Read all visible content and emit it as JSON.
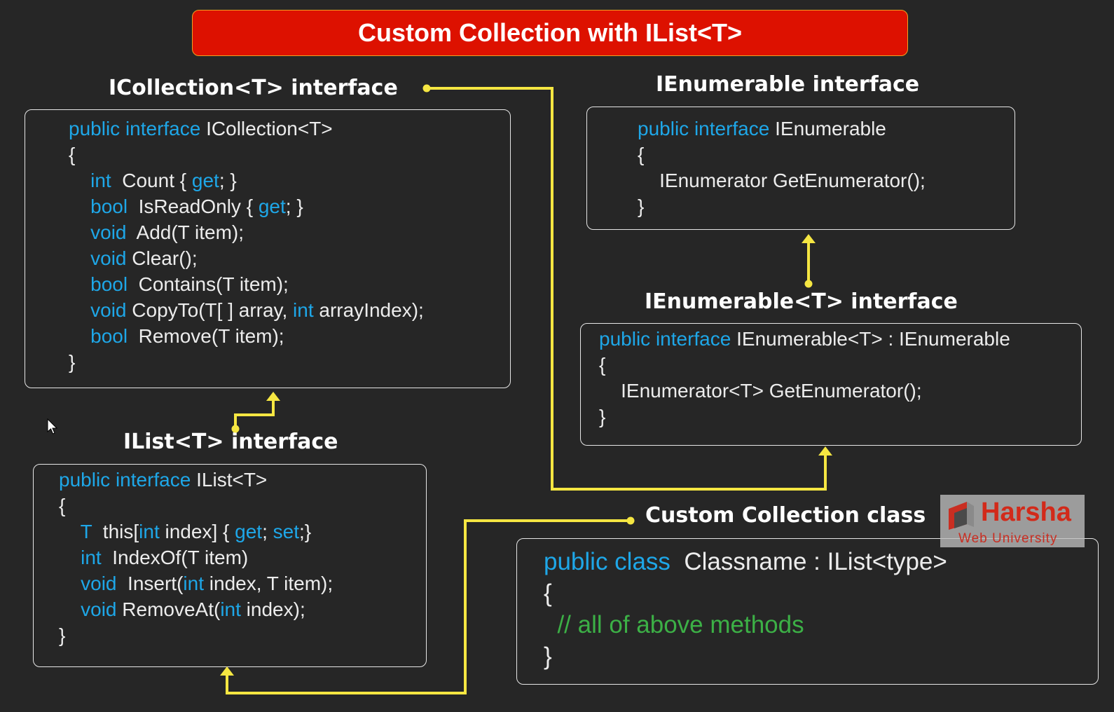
{
  "title": "Custom Collection with IList<T>",
  "headings": {
    "icollection": "ICollection<T> interface",
    "ienumerable": "IEnumerable interface",
    "ienumerable_t": "IEnumerable<T> interface",
    "ilist": "IList<T> interface",
    "custom_class": "Custom Collection class"
  },
  "icollection_code": [
    [
      {
        "t": "public interface",
        "k": "kw"
      },
      {
        "t": " ICollection<T>"
      }
    ],
    [
      {
        "t": "{"
      }
    ],
    [
      {
        "t": "    "
      },
      {
        "t": "int",
        "k": "kw"
      },
      {
        "t": "  Count { "
      },
      {
        "t": "get",
        "k": "kw"
      },
      {
        "t": "; }"
      }
    ],
    [
      {
        "t": "    "
      },
      {
        "t": "bool",
        "k": "kw"
      },
      {
        "t": "  IsReadOnly { "
      },
      {
        "t": "get",
        "k": "kw"
      },
      {
        "t": "; }"
      }
    ],
    [
      {
        "t": "    "
      },
      {
        "t": "void",
        "k": "kw"
      },
      {
        "t": "  Add(T item);"
      }
    ],
    [
      {
        "t": "    "
      },
      {
        "t": "void",
        "k": "kw"
      },
      {
        "t": " Clear();"
      }
    ],
    [
      {
        "t": "    "
      },
      {
        "t": "bool",
        "k": "kw"
      },
      {
        "t": "  Contains(T item);"
      }
    ],
    [
      {
        "t": "    "
      },
      {
        "t": "void",
        "k": "kw"
      },
      {
        "t": " CopyTo(T[ ] array, "
      },
      {
        "t": "int",
        "k": "kw"
      },
      {
        "t": " arrayIndex);"
      }
    ],
    [
      {
        "t": "    "
      },
      {
        "t": "bool",
        "k": "kw"
      },
      {
        "t": "  Remove(T item);"
      }
    ],
    [
      {
        "t": "}"
      }
    ]
  ],
  "ienumerable_code": [
    [
      {
        "t": "public interface",
        "k": "kw"
      },
      {
        "t": " IEnumerable"
      }
    ],
    [
      {
        "t": "{"
      }
    ],
    [
      {
        "t": "    IEnumerator GetEnumerator();"
      }
    ],
    [
      {
        "t": "}"
      }
    ]
  ],
  "ienumerable_t_code": [
    [
      {
        "t": "public interface",
        "k": "kw"
      },
      {
        "t": " IEnumerable<T> : IEnumerable"
      }
    ],
    [
      {
        "t": "{"
      }
    ],
    [
      {
        "t": "    IEnumerator<T> GetEnumerator();"
      }
    ],
    [
      {
        "t": "}"
      }
    ]
  ],
  "ilist_code": [
    [
      {
        "t": "public interface",
        "k": "kw"
      },
      {
        "t": " IList<T>"
      }
    ],
    [
      {
        "t": "{"
      }
    ],
    [
      {
        "t": "    "
      },
      {
        "t": "T",
        "k": "kw"
      },
      {
        "t": "  this["
      },
      {
        "t": "int",
        "k": "kw"
      },
      {
        "t": " index] { "
      },
      {
        "t": "get",
        "k": "kw"
      },
      {
        "t": "; "
      },
      {
        "t": "set",
        "k": "kw"
      },
      {
        "t": ";}"
      }
    ],
    [
      {
        "t": "    "
      },
      {
        "t": "int",
        "k": "kw"
      },
      {
        "t": "  IndexOf(T item)"
      }
    ],
    [
      {
        "t": "    "
      },
      {
        "t": "void",
        "k": "kw"
      },
      {
        "t": "  Insert("
      },
      {
        "t": "int",
        "k": "kw"
      },
      {
        "t": " index, T item);"
      }
    ],
    [
      {
        "t": "    "
      },
      {
        "t": "void",
        "k": "kw"
      },
      {
        "t": " RemoveAt("
      },
      {
        "t": "int",
        "k": "kw"
      },
      {
        "t": " index);"
      }
    ],
    [
      {
        "t": "}"
      }
    ]
  ],
  "custom_code": [
    [
      {
        "t": "public class",
        "k": "kw"
      },
      {
        "t": "  Classname : IList<type>"
      }
    ],
    [
      {
        "t": "{"
      }
    ],
    [
      {
        "t": "  "
      },
      {
        "t": "// all of above methods",
        "k": "cm"
      }
    ],
    [
      {
        "t": "}"
      }
    ]
  ],
  "watermark": {
    "name": "Harsha",
    "subtitle": "Web University"
  },
  "colors": {
    "keyword": "#1ea7e8",
    "comment": "#3cb046",
    "connector": "#f5e642",
    "title_bg": "#dd1100"
  }
}
